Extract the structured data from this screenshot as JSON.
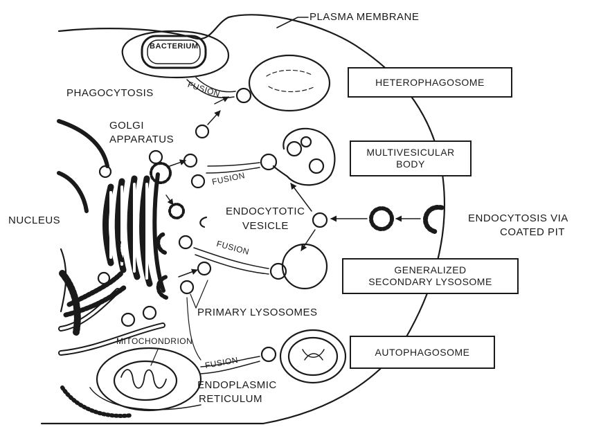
{
  "labels": {
    "plasma_membrane": "PLASMA MEMBRANE",
    "bacterium": "BACTERIUM",
    "phagocytosis": "PHAGOCYTOSIS",
    "fusion_1": "FUSION",
    "golgi": "GOLGI",
    "apparatus": "APPARATUS",
    "fusion_2": "FUSION",
    "nucleus": "NUCLEUS",
    "endocytotic": "ENDOCYTOTIC",
    "vesicle": "VESICLE",
    "endocytosis_via": "ENDOCYTOSIS VIA",
    "coated_pit": "COATED PIT",
    "fusion_3": "FUSION",
    "primary_lysosomes": "PRIMARY LYSOSOMES",
    "mitochondrion": "MITOCHONDRION",
    "fusion_4": "FUSION",
    "endoplasmic": "ENDOPLASMIC",
    "reticulum": "RETICULUM"
  },
  "boxes": {
    "heterophagosome": "HETEROPHAGOSOME",
    "multivesicular_1": "MULTIVESICULAR",
    "multivesicular_2": "BODY",
    "generalized_1": "GENERALIZED",
    "generalized_2": "SECONDARY LYSOSOME",
    "autophagosome": "AUTOPHAGOSOME"
  }
}
